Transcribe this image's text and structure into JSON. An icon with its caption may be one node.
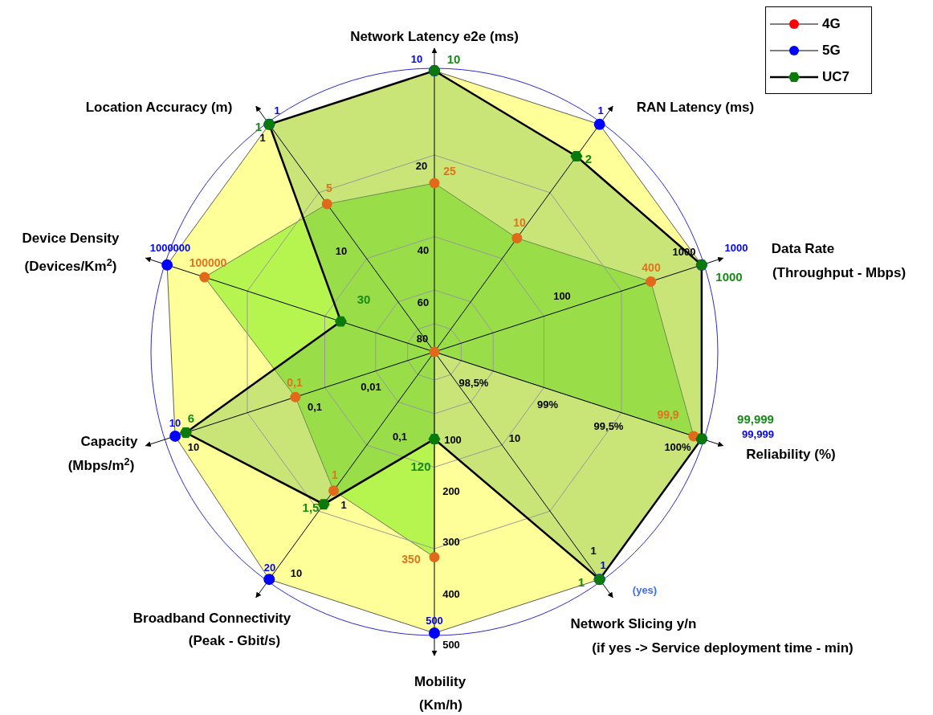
{
  "diagram": {
    "labels": [
      "Network Latency e2e (ms)",
      "10",
      "10",
      "Location Accuracy (m)",
      "1",
      "RAN Latency (ms)",
      "1",
      "1",
      "1",
      "2",
      "20",
      "25",
      "5",
      "10",
      "Device Density",
      "(Devices/Km$^{2}$)",
      "1000000",
      "100000",
      "1000",
      "Data Rate",
      "(Throughput - Mbps)",
      "1000",
      "400",
      "10",
      "40",
      "1000",
      "100",
      "30",
      "60",
      "80",
      "0,1",
      "0,01",
      "98,5%",
      "0,1",
      "99%",
      "99,9",
      "99,999",
      "99,999",
      "99,5%",
      "Capacity",
      "(Mbps/m$^{2}$)",
      "10",
      "6",
      "10",
      "100%",
      "Reliability (%)",
      "0,1",
      "100",
      "10",
      "120",
      "1",
      "1,5",
      "1",
      "200",
      "300",
      "350",
      "1",
      "1",
      "1",
      "(yes)",
      "20",
      "10",
      "400",
      "500",
      "500",
      "Broadband Connectivity",
      "(Peak - Gbit/s)",
      "Network Slicing y/n",
      "(if yes -> Service deployment time - min)",
      "Mobility",
      "(Km/h)"
    ],
    "legend": [
      {
        "text": "4G"
      },
      {
        "text": "5G"
      },
      {
        "text": "UC7"
      }
    ]
  }
}
